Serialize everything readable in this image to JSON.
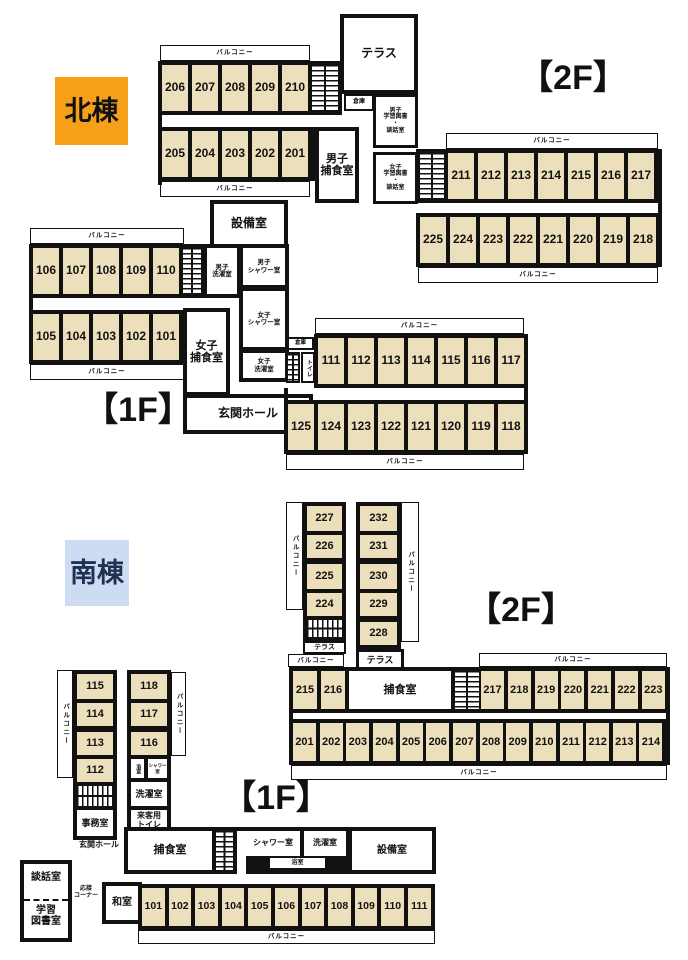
{
  "labels": {
    "north_building": "北棟",
    "south_building": "南棟",
    "floor1": "【1F】",
    "floor2": "【2F】",
    "balcony": "バルコニー",
    "terrace": "テラス",
    "storage": "倉庫",
    "toilet": "トイレ",
    "entrance_hall": "玄関ホール",
    "equipment_room": "設備室",
    "mens_dining": "男子\n捕食室",
    "womens_dining": "女子\n捕食室",
    "mens_study": "男子\n学習図書\n・\n談話室",
    "womens_study": "女子\n学習図書\n・\n談話室",
    "mens_laundry": "男子\n洗濯室",
    "womens_laundry": "女子\n洗濯室",
    "mens_shower": "男子\nシャワー室",
    "womens_shower": "女子\nシャワー室",
    "office": "事務室",
    "laundry_room": "洗濯室",
    "guest_toilet": "来客用\nトイレ",
    "lounge": "談話室",
    "study_library": "学習\n図書室",
    "reception_corner": "応接\nコーナー",
    "japanese_room": "和室",
    "dining_room": "捕食室",
    "shower_room": "シャワー室",
    "bath": "浴室"
  },
  "colors": {
    "room_fill": "#ece0bc",
    "wall": "#111111",
    "north_label_bg": "#f6a019",
    "north_label_text": "#111111",
    "south_label_bg": "#cddcf2",
    "south_label_text": "#1f3150"
  },
  "north": {
    "f2": {
      "west_top": [
        "206",
        "207",
        "208",
        "209",
        "210"
      ],
      "west_bottom": [
        "205",
        "204",
        "203",
        "202",
        "201"
      ],
      "east_top": [
        "211",
        "212",
        "213",
        "214",
        "215",
        "216",
        "217"
      ],
      "east_bottom": [
        "225",
        "224",
        "223",
        "222",
        "221",
        "220",
        "219",
        "218"
      ]
    },
    "f1": {
      "west_top": [
        "106",
        "107",
        "108",
        "109",
        "110"
      ],
      "west_bottom": [
        "105",
        "104",
        "103",
        "102",
        "101"
      ],
      "east_top": [
        "111",
        "112",
        "113",
        "114",
        "115",
        "116",
        "117"
      ],
      "east_bottom": [
        "125",
        "124",
        "123",
        "122",
        "121",
        "120",
        "119",
        "118"
      ]
    }
  },
  "south": {
    "f2": {
      "col_left": [
        "227",
        "226",
        "225",
        "224"
      ],
      "col_right": [
        "232",
        "231",
        "230",
        "229",
        "228"
      ],
      "main_top_west": [
        "215",
        "216"
      ],
      "main_top_east": [
        "217",
        "218",
        "219",
        "220",
        "221",
        "222",
        "223"
      ],
      "main_bottom": [
        "201",
        "202",
        "203",
        "204",
        "205",
        "206",
        "207",
        "208",
        "209",
        "210",
        "211",
        "212",
        "213",
        "214"
      ]
    },
    "f1": {
      "col_left": [
        "115",
        "114",
        "113",
        "112"
      ],
      "col_right": [
        "118",
        "117",
        "116"
      ],
      "main_bottom": [
        "101",
        "102",
        "103",
        "104",
        "105",
        "106",
        "107",
        "108",
        "109",
        "110",
        "111"
      ]
    }
  }
}
